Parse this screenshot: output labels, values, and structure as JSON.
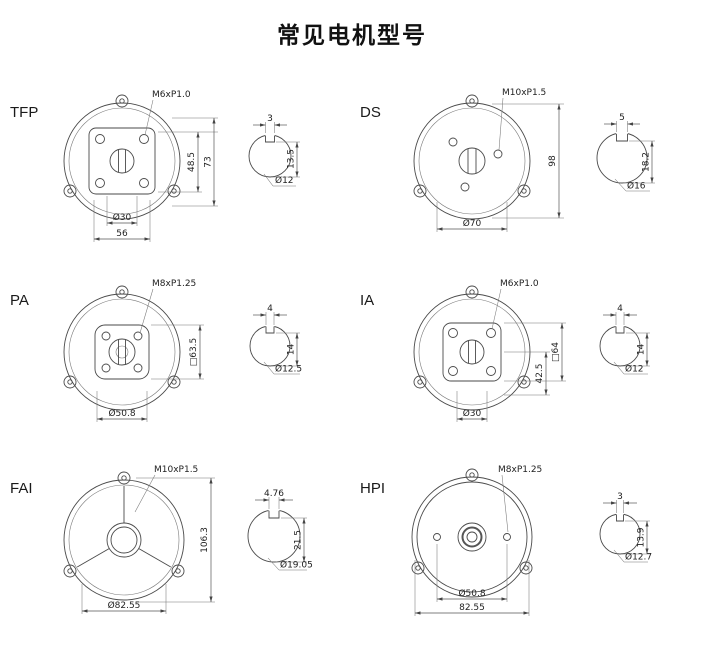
{
  "title": "常见电机型号",
  "cells": {
    "tfp": {
      "label": "TFP",
      "thread": "M6xP1.0",
      "dim_inner_v": "48.5",
      "dim_outer_v": "73",
      "dim_bolt_circle": "Ø30",
      "dim_width": "56",
      "shaft_key_w": "3",
      "shaft_key_h": "13.5",
      "shaft_dia": "Ø12"
    },
    "ds": {
      "label": "DS",
      "thread": "M10xP1.5",
      "dim_outer_v": "98",
      "dim_bolt_circle": "Ø70",
      "shaft_key_w": "5",
      "shaft_key_h": "18.2",
      "shaft_dia": "Ø16"
    },
    "pa": {
      "label": "PA",
      "thread": "M8xP1.25",
      "dim_inner_v": "□63.5",
      "dim_bolt_circle": "Ø50.8",
      "shaft_key_w": "4",
      "shaft_key_h": "14",
      "shaft_dia": "Ø12.5"
    },
    "ia": {
      "label": "IA",
      "thread": "M6xP1.0",
      "dim_inner_v": "42.5",
      "dim_outer_v": "□64",
      "dim_bolt_circle": "Ø30",
      "shaft_key_w": "4",
      "shaft_key_h": "14",
      "shaft_dia": "Ø12"
    },
    "fai": {
      "label": "FAI",
      "thread": "M10xP1.5",
      "dim_outer_v": "106.3",
      "dim_bolt_circle": "Ø82.55",
      "shaft_key_w": "4.76",
      "shaft_key_h": "21.5",
      "shaft_dia": "Ø19.05"
    },
    "hpi": {
      "label": "HPI",
      "thread": "M8xP1.25",
      "dim_bolt_circle": "Ø50.8",
      "dim_width": "82.55",
      "shaft_key_w": "3",
      "shaft_key_h": "13.9",
      "shaft_dia": "Ø12.7"
    }
  }
}
